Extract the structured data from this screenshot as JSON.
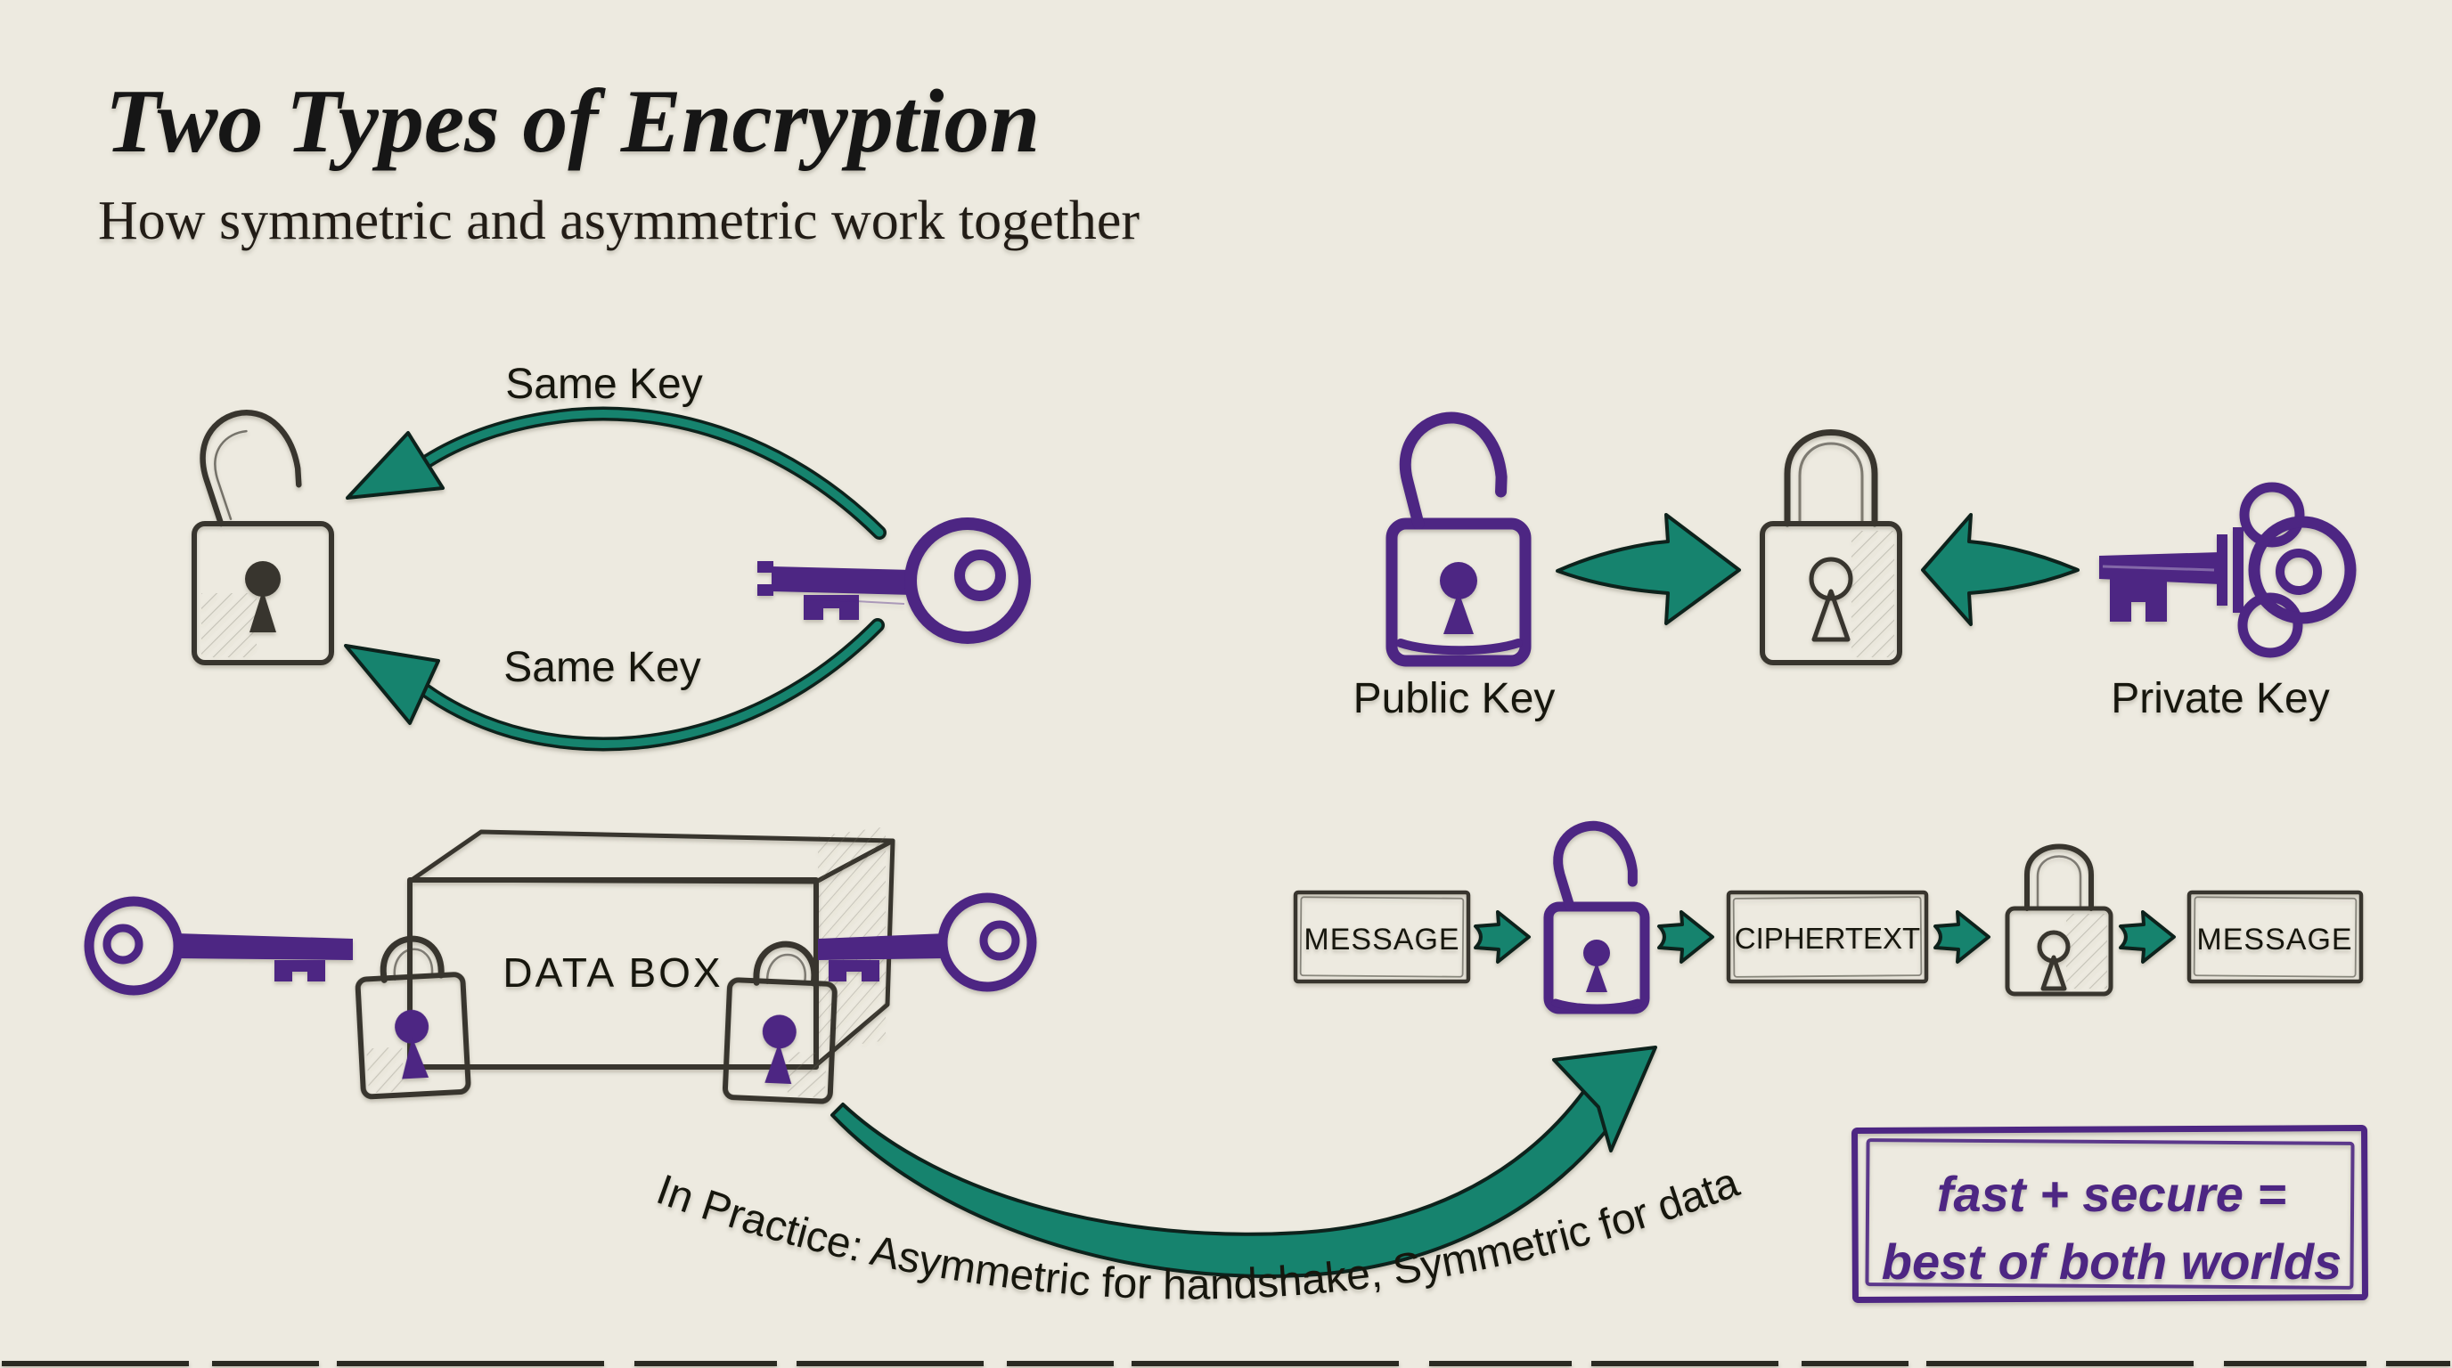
{
  "header": {
    "title": "Two Types of Encryption",
    "subtitle": "How symmetric and asymmetric work together"
  },
  "symmetric_section": {
    "top_arrow_label": "Same Key",
    "bottom_arrow_label": "Same Key"
  },
  "asymmetric_section": {
    "public_key_label": "Public Key",
    "private_key_label": "Private Key"
  },
  "hybrid_section": {
    "box_label": "DATA BOX",
    "note": "In Practice: Asymmetric for handshake, Symmetric for data",
    "summary_line1": "fast + secure =",
    "summary_line2": "best of both worlds"
  },
  "pipeline": {
    "input_label": "MESSAGE",
    "cipher_label": "CIPHERTEXT",
    "output_label": "MESSAGE"
  },
  "icons": {
    "symmetric_lock": "open-padlock-sketch",
    "symmetric_key": "round-head-key",
    "public_lock": "open-padlock-purple",
    "shared_lock": "closed-padlock-sketch",
    "private_key": "ornate-trefoil-key",
    "databox_locks": "padlock-with-purple-keyhole",
    "databox_keys": "round-head-key",
    "encrypt_lock": "open-padlock-purple",
    "decrypt_lock": "closed-padlock-sketch",
    "arrows": "hand-drawn-teal-arrow"
  },
  "colors": {
    "background": "#EDEAE0",
    "teal": "#12836E",
    "purple": "#4D2583",
    "ink": "#1B1914",
    "sketch": "#39362E"
  }
}
